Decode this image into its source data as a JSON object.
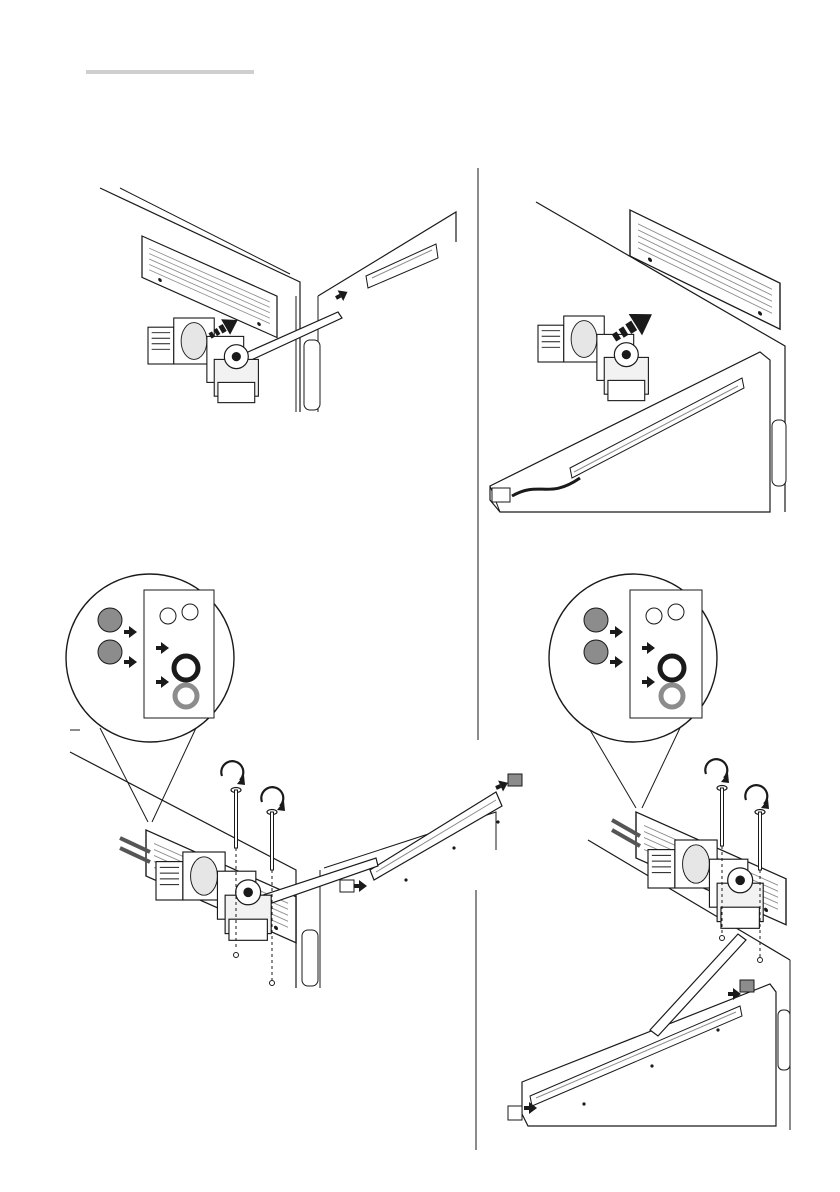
{
  "colors": {
    "ink": "#1a1a1a",
    "mid_gray": "#8c8c8c",
    "light_gray": "#cfcfcf",
    "shade": "#555555",
    "paper": "#ffffff"
  },
  "figures": [
    {
      "id": "step-1-arm-insertion",
      "kind": "isometric-installation-step"
    },
    {
      "id": "step-2-slide-arm",
      "kind": "isometric-installation-step"
    },
    {
      "id": "step-3-fixing-screws-arm-mount",
      "kind": "isometric-installation-step"
    },
    {
      "id": "step-4-fixing-screws-slide-mount",
      "kind": "isometric-installation-step"
    }
  ],
  "icons": [
    "push-arrow-icon",
    "rotate-arrow-icon",
    "screw-icon",
    "end-cap-icon",
    "cable-gland-icon",
    "seal-ring-icon"
  ]
}
